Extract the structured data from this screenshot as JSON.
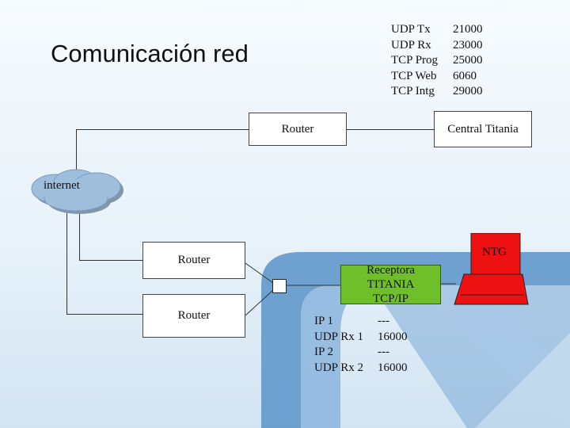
{
  "title": "Comunicación red",
  "ports": [
    {
      "label": "UDP Tx",
      "value": "21000"
    },
    {
      "label": "UDP Rx",
      "value": "23000"
    },
    {
      "label": "TCP Prog",
      "value": "25000"
    },
    {
      "label": "TCP Web",
      "value": "6060"
    },
    {
      "label": "TCP Intg",
      "value": "29000"
    }
  ],
  "nodes": {
    "router_top": "Router",
    "central": "Central Titania",
    "internet": "internet",
    "router_1": "Router",
    "router_2": "Router",
    "receptora": "Receptora TITANIA TCP/IP",
    "ntg": "NTG"
  },
  "ips": [
    {
      "label": "IP 1",
      "value": "---"
    },
    {
      "label": "UDP Rx 1",
      "value": "16000"
    },
    {
      "label": "IP 2",
      "value": "---"
    },
    {
      "label": "UDP Rx 2",
      "value": "16000"
    }
  ],
  "colors": {
    "background": "#e8f2fa",
    "logo_blue": "#5b93c9",
    "cloud": "#9fbedc",
    "receptora_fill": "#6fbf2a",
    "ntg_red": "#ee1111"
  }
}
